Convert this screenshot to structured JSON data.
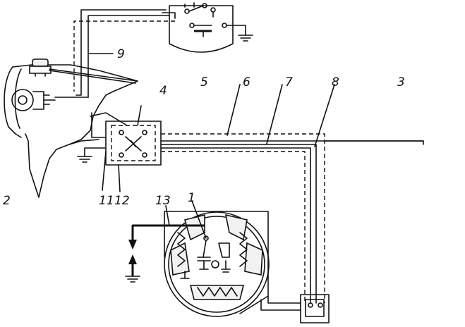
{
  "labels": {
    "l1": "1",
    "l2": "2",
    "l3": "3",
    "l4": "4",
    "l5": "5",
    "l6": "6",
    "l7": "7",
    "l8": "8",
    "l9": "9",
    "l11": "11",
    "l12": "12",
    "l13": "13"
  }
}
